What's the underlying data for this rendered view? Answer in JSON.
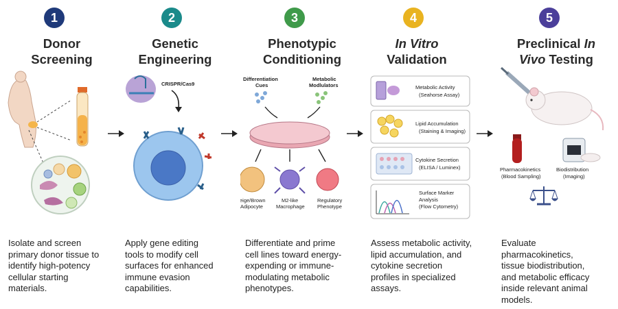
{
  "steps": [
    {
      "number": "1",
      "color": "#1f3a7a",
      "title_line1": "Donor",
      "title_line2": "Screening",
      "desc": [
        "Isolate and screen",
        "primary donor tissue to",
        "identify high-potency",
        "cellular starting",
        "materials."
      ]
    },
    {
      "number": "2",
      "color": "#1a8a8a",
      "title_line1": "Genetic",
      "title_line2": "Engineering",
      "desc": [
        "Apply gene editing",
        "tools to modify cell",
        "surfaces for enhanced",
        "immune evasion",
        "capabilities."
      ]
    },
    {
      "number": "3",
      "color": "#3f9a4a",
      "title_line1": "Phenotypic",
      "title_line2": "Conditioning",
      "desc": [
        "Differentiate and prime",
        "cell lines toward energy-",
        "expending or immune-",
        "modulating metabolic",
        "phenotypes."
      ]
    },
    {
      "number": "4",
      "color": "#e9b320",
      "title_italic": "In Vitro",
      "title_line2": "Validation",
      "desc": [
        "Assess metabolic activity,",
        "lipid accumulation, and",
        "cytokine secretion",
        "profiles in specialized",
        "assays."
      ]
    },
    {
      "number": "5",
      "color": "#4b3f9a",
      "title_pre": "Preclinical ",
      "title_italic": "In",
      "title_italic2": "Vivo",
      "title_post": " Testing",
      "desc": [
        "Evaluate",
        "pharmacokinetics,",
        "tissue biodistribution,",
        "and metabolic efficacy",
        "inside relevant animal",
        "models."
      ]
    }
  ],
  "labels": {
    "crispr": "CRISPR/Cas9",
    "diff_cues_1": "Differentiation",
    "diff_cues_2": "Cues",
    "metab_mod_1": "Metabolic",
    "metab_mod_2": "Modlulators",
    "beige_1": "Beige/Brown",
    "beige_2": "Adipocyte",
    "m2_1": "M2-like",
    "m2_2": "Macrophage",
    "reg_1": "Regulatory",
    "reg_2": "Phenotype",
    "assay1_1": "Metabolic Activity",
    "assay1_2": "(Seahorse Assay)",
    "assay2_1": "Lipid Accumulation",
    "assay2_2": "(Staining & Imaging)",
    "assay3_1": "Cytokine Secretion",
    "assay3_2": "(ELISA / Luminex)",
    "assay4_1": "Surface Marker",
    "assay4_2": "Analysis",
    "assay4_3": "(Flow Cytometry)",
    "pk_1": "Pharmacokinetics",
    "pk_2": "(Blood Sampling)",
    "bd_1": "Biodistribution",
    "bd_2": "(Imaging)"
  },
  "colors": {
    "arrow": "#222222",
    "text": "#222222"
  }
}
